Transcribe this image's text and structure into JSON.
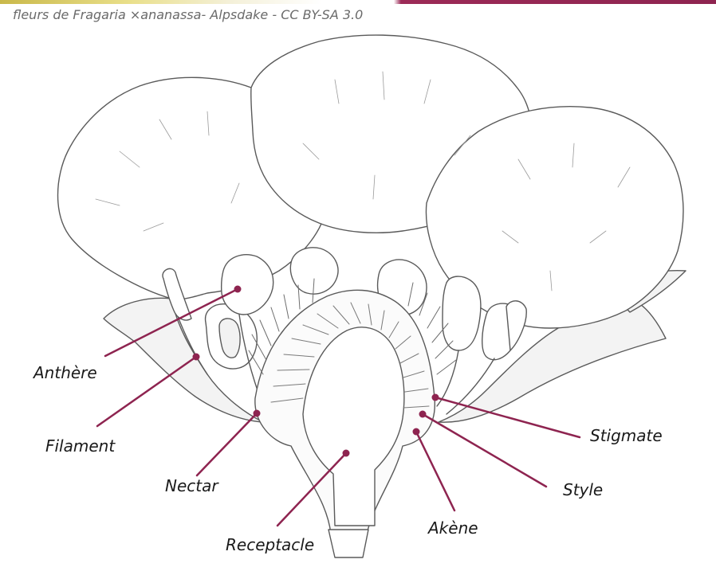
{
  "credit": "fleurs de Fragaria ×ananassa- Alpsdake - CC BY-SA 3.0",
  "leader_color": "#8e2450",
  "labels": {
    "anthere": "Anthère",
    "filament": "Filament",
    "nectar": "Nectar",
    "receptacle": "Receptacle",
    "akene": "Akène",
    "style": "Style",
    "stigmate": "Stigmate"
  }
}
